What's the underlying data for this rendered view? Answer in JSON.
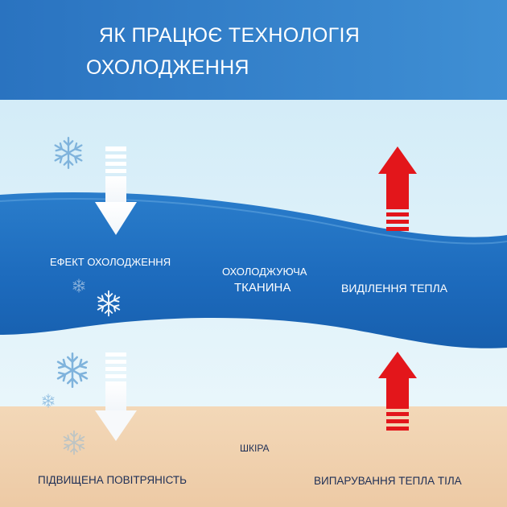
{
  "header": {
    "title_line1": "ЯК ПРАЦЮЄ ТЕХНОЛОГІЯ",
    "title_line2": "ОХОЛОДЖЕННЯ"
  },
  "labels": {
    "cooling_effect": "ЕФЕКТ ОХОЛОДЖЕННЯ",
    "cooling_fabric_line1": "ОХОЛОДЖУЮЧА",
    "cooling_fabric_line2": "ТКАНИНА",
    "heat_release": "ВИДІЛЕННЯ ТЕПЛА",
    "skin": "ШКІРА",
    "breathability": "ПІДВИЩЕНА ПОВІТРЯНІСТЬ",
    "heat_evaporation": "ВИПАРУВАННЯ ТЕПЛА ТІЛА"
  },
  "colors": {
    "header_blue": "#2a78c4",
    "sky": "#dcf1fa",
    "fabric_blue": "#1d6bbd",
    "skin_tone": "#f0cfaa",
    "heat_arrow": "#e3161b",
    "cool_arrow": "#ffffff"
  },
  "icons": [
    "snowflake-icon",
    "arrow-down-icon",
    "arrow-up-icon"
  ]
}
